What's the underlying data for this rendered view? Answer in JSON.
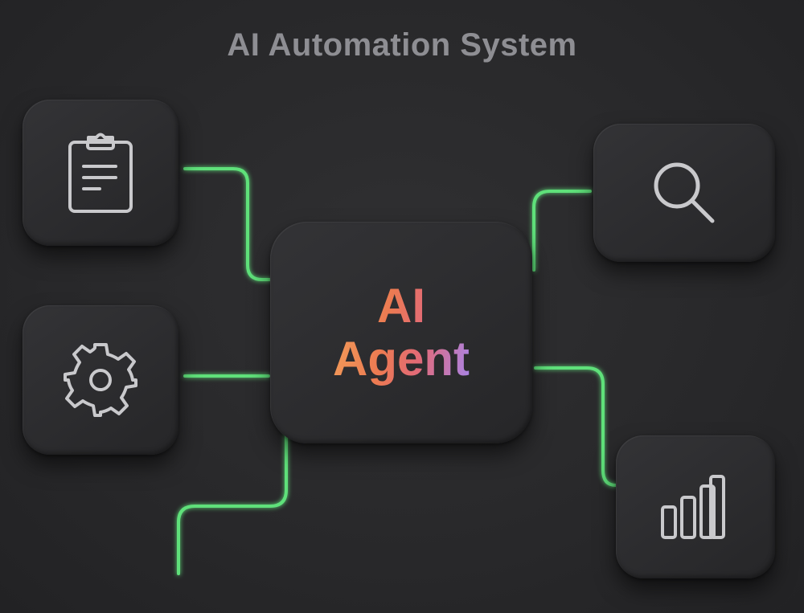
{
  "title": "AI Automation System",
  "center": {
    "line1": "AI",
    "line2": "Agent"
  },
  "nodes": [
    {
      "id": "clipboard",
      "icon": "clipboard-icon"
    },
    {
      "id": "settings",
      "icon": "gear-icon"
    },
    {
      "id": "search",
      "icon": "search-icon"
    },
    {
      "id": "analytics",
      "icon": "bar-chart-icon"
    }
  ],
  "colors": {
    "background": "#2b2b2d",
    "tile": "#2e2e30",
    "connector": "#5ee07a",
    "icon_stroke": "#c9c9cc",
    "title": "#8e8e93",
    "gradient_start": "#f2a05a",
    "gradient_mid": "#e26a78",
    "gradient_end": "#a884e8"
  }
}
